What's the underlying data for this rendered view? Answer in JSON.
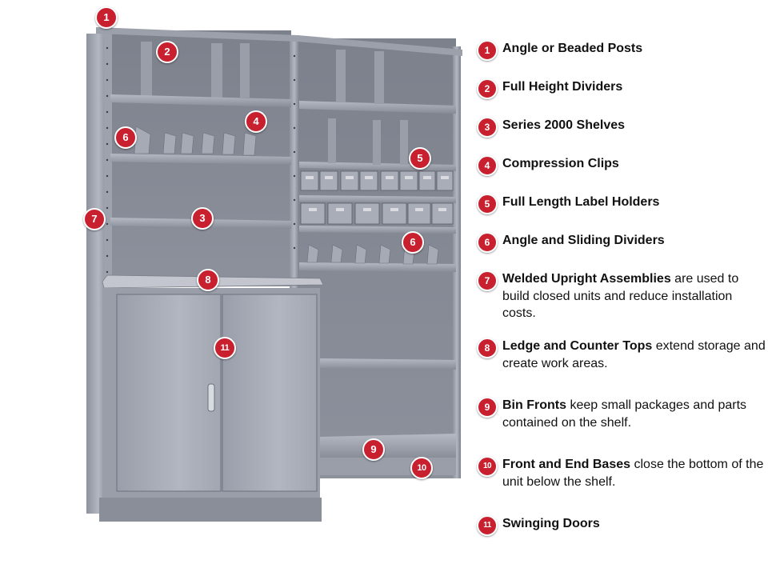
{
  "callouts": [
    {
      "number": "1"
    },
    {
      "number": "2"
    },
    {
      "number": "3"
    },
    {
      "number": "4"
    },
    {
      "number": "5"
    },
    {
      "number": "6"
    },
    {
      "number": "6"
    },
    {
      "number": "7"
    },
    {
      "number": "8"
    },
    {
      "number": "9"
    },
    {
      "number": "10"
    },
    {
      "number": "11"
    }
  ],
  "legend": [
    {
      "number": "1",
      "title": "Angle or Beaded Posts",
      "desc": ""
    },
    {
      "number": "2",
      "title": "Full Height Dividers",
      "desc": ""
    },
    {
      "number": "3",
      "title": "Series 2000 Shelves",
      "desc": ""
    },
    {
      "number": "4",
      "title": "Compression Clips",
      "desc": ""
    },
    {
      "number": "5",
      "title": "Full Length Label Holders",
      "desc": ""
    },
    {
      "number": "6",
      "title": "Angle and Sliding Dividers",
      "desc": ""
    },
    {
      "number": "7",
      "title": "Welded Upright Assemblies",
      "desc": "are used to build closed units and reduce installation costs."
    },
    {
      "number": "8",
      "title": "Ledge and Counter Tops",
      "desc": "extend storage and create work areas."
    },
    {
      "number": "9",
      "title": "Bin Fronts",
      "desc": "keep small packages and parts contained on the shelf."
    },
    {
      "number": "10",
      "title": "Front and End Bases",
      "desc": "close the bottom of the unit below the shelf."
    },
    {
      "number": "11",
      "title": "Swinging Doors",
      "desc": ""
    }
  ],
  "colors": {
    "callout": "#c8202f",
    "steel_light": "#a9adb8",
    "steel_mid": "#8c909c",
    "steel_dark": "#5a5e69"
  }
}
